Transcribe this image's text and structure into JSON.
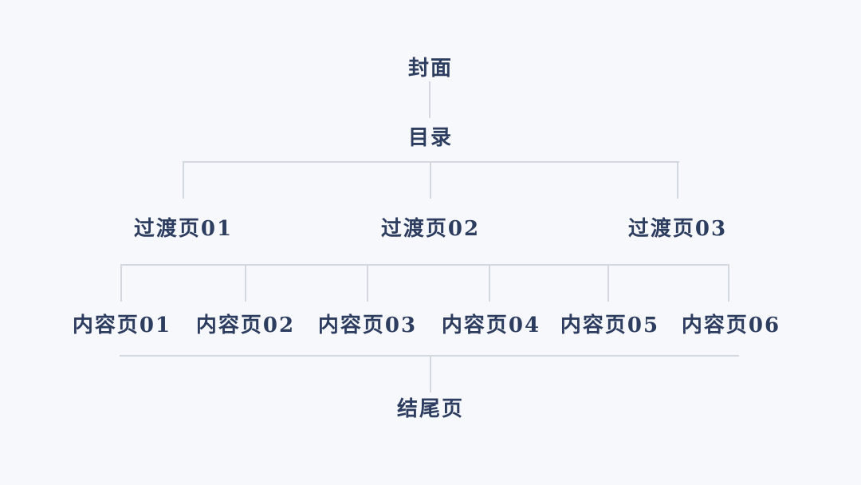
{
  "meta": {
    "background_color": "#f7f8fb",
    "connector_color": "#d2d7e0",
    "text_color": "#2d3d60",
    "diagram_type": "presentation-structure-tree"
  },
  "tree": {
    "cover": "封面",
    "toc": "目录",
    "transitions": [
      "过渡页01",
      "过渡页02",
      "过渡页03"
    ],
    "contents": [
      "内容页01",
      "内容页02",
      "内容页03",
      "内容页04",
      "内容页05",
      "内容页06"
    ],
    "ending": "结尾页"
  }
}
